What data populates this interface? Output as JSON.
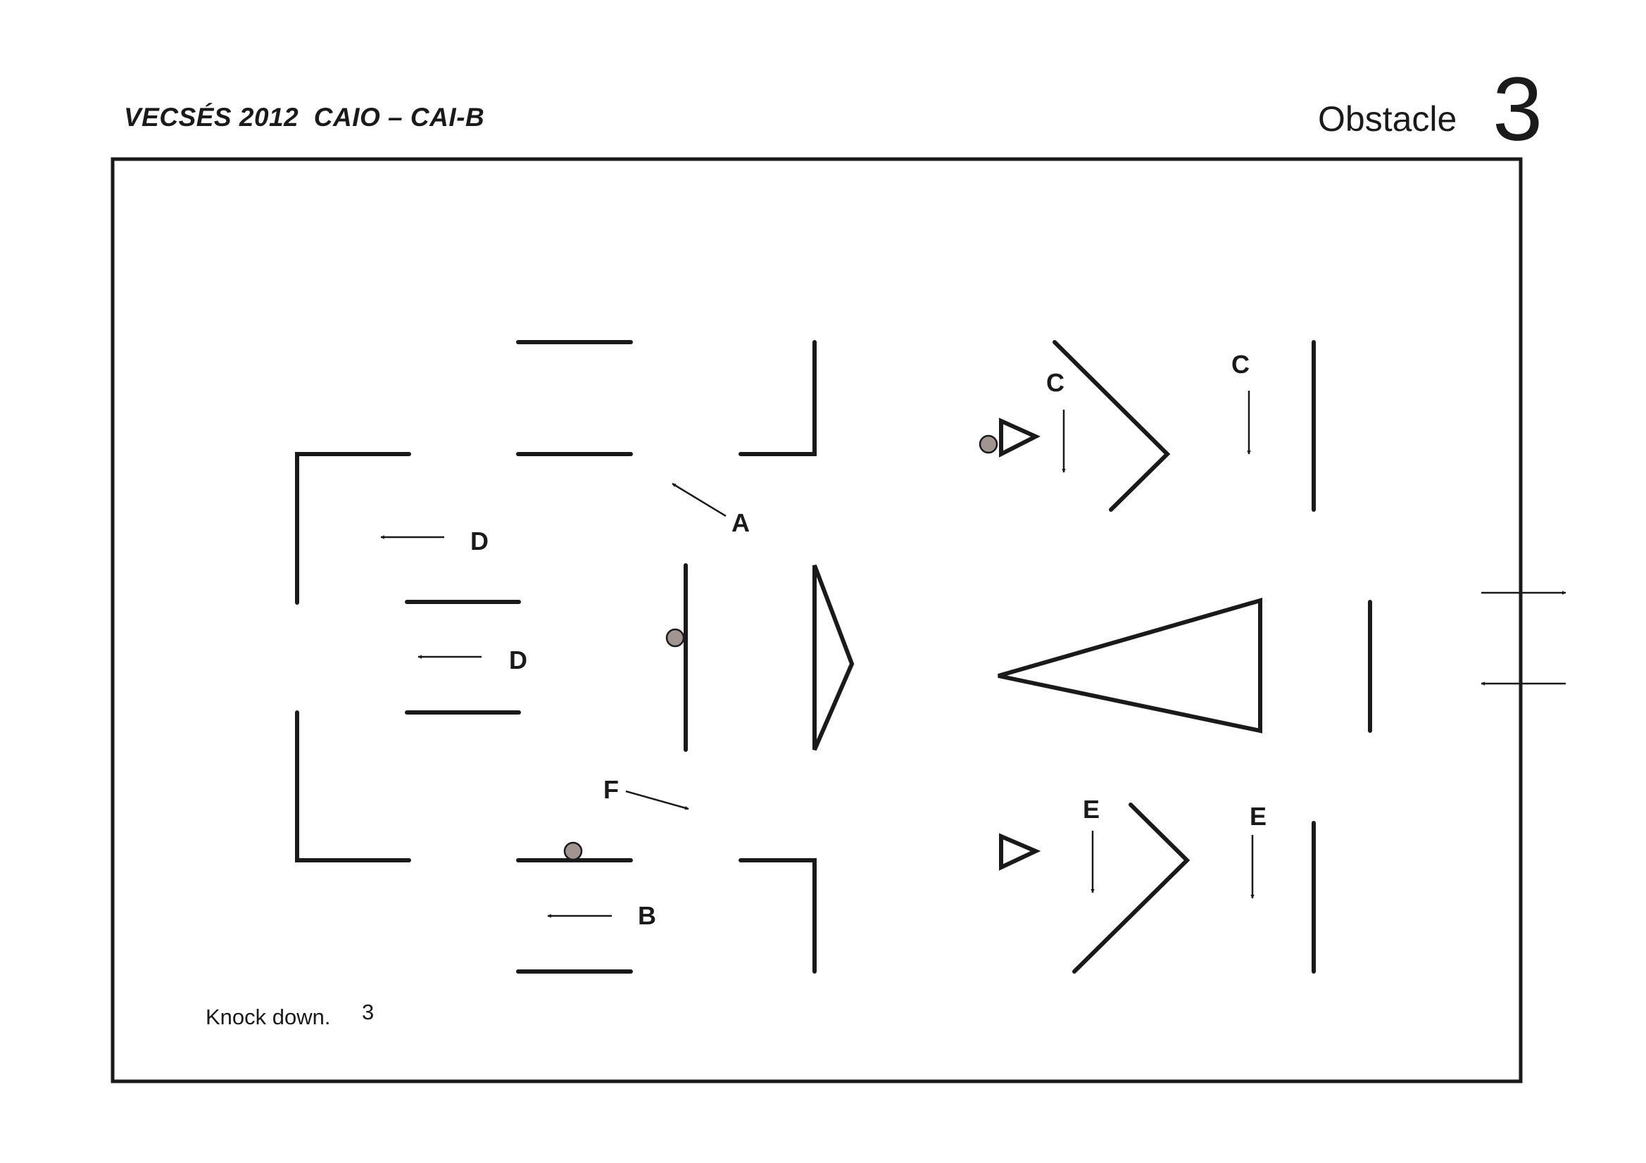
{
  "header": {
    "event_title": "VECSÉS 2012  CAIO – CAI-B",
    "obstacle_label": "Obstacle",
    "obstacle_number": "3"
  },
  "diagram": {
    "gate_labels": {
      "a": "A",
      "b": "B",
      "c": "C",
      "d": "D",
      "e": "E",
      "f": "F"
    },
    "knock_down_label": "Knock down.",
    "knock_down_count": "3"
  },
  "colors": {
    "ink": "#1a1a1a",
    "knock_down_ball": "#a09590"
  }
}
